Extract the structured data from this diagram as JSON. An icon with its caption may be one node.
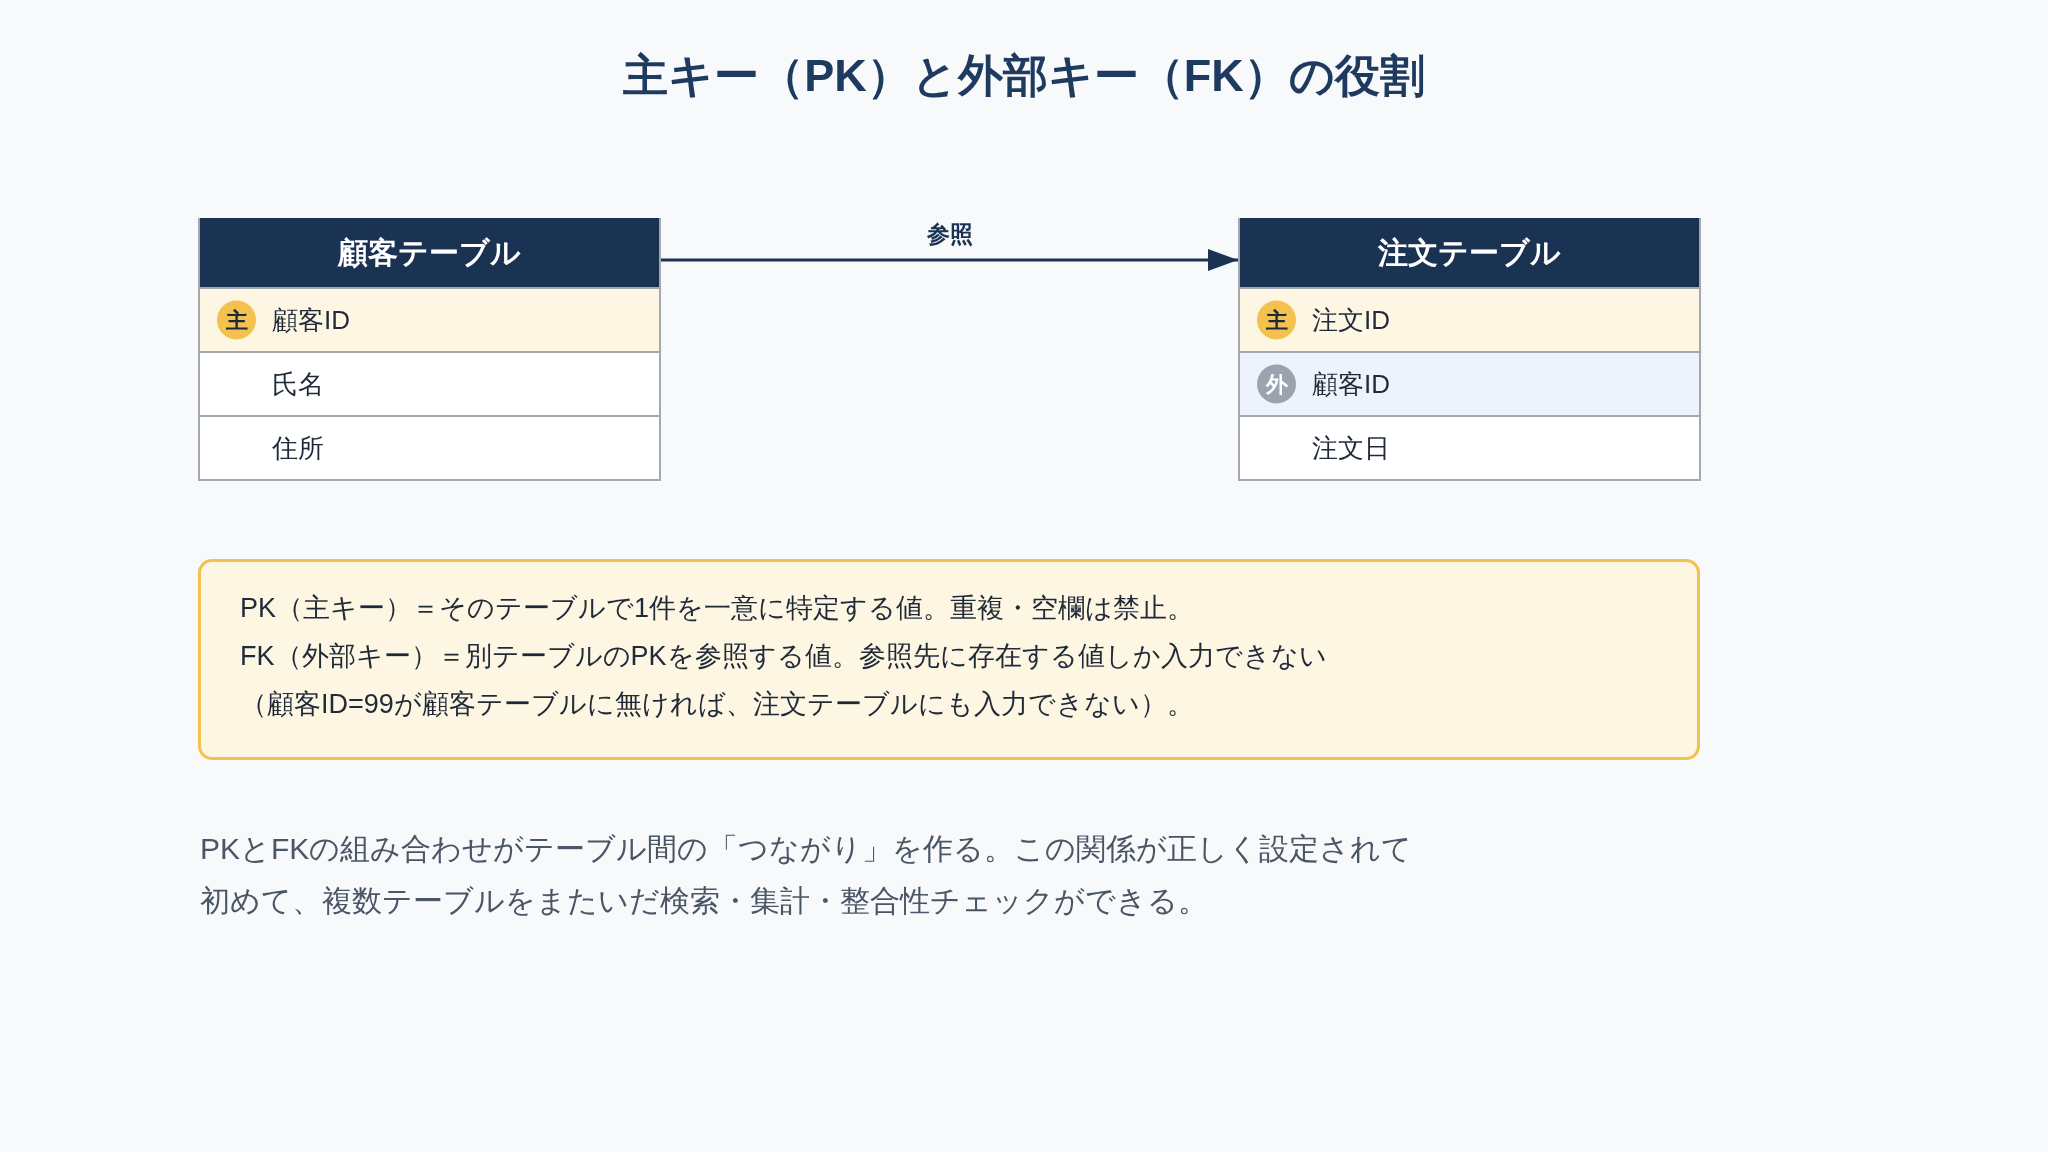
{
  "diagram": {
    "title": "主キー（PK）と外部キー（FK）の役割",
    "nodes": [
      {
        "text": [
          "顧客テーブル"
        ]
      },
      {
        "text": [
          "顧客ID"
        ],
        "in": 0
      },
      {
        "text": [
          "主"
        ],
        "in": 1
      },
      {
        "text": [
          "氏名"
        ],
        "in": 0
      },
      {
        "text": [
          "住所"
        ],
        "in": 0
      },
      {
        "text": [
          "注文テーブル"
        ]
      },
      {
        "text": [
          "注文ID"
        ],
        "in": 5
      },
      {
        "text": [
          "主"
        ],
        "in": 6
      },
      {
        "text": [
          "顧客ID"
        ],
        "in": 5
      },
      {
        "text": [
          "外"
        ],
        "in": 8
      },
      {
        "text": [
          "注文日"
        ],
        "in": 5
      },
      {
        "text": [
          "PK（主キー）＝そのテーブルで1件を一意に特定する値。重複・空欄は禁止。",
          "FK（外部キー）＝別テーブルのPKを参照する値。参照先に存在する値しか入力できない",
          "（顧客ID=99が顧客テーブルに無ければ、注文テーブルにも入力できない）。"
        ]
      }
    ],
    "edges": [
      {
        "from": 0,
        "to": 5,
        "arrow": "to",
        "label": "参照"
      }
    ],
    "labels": [
      "PKとFKの組み合わせがテーブル間の「つながり」を作る。この関係が正しく設定されて初めて、複数テーブルをまたいだ検索・集計・整合性チェックができる。"
    ]
  }
}
